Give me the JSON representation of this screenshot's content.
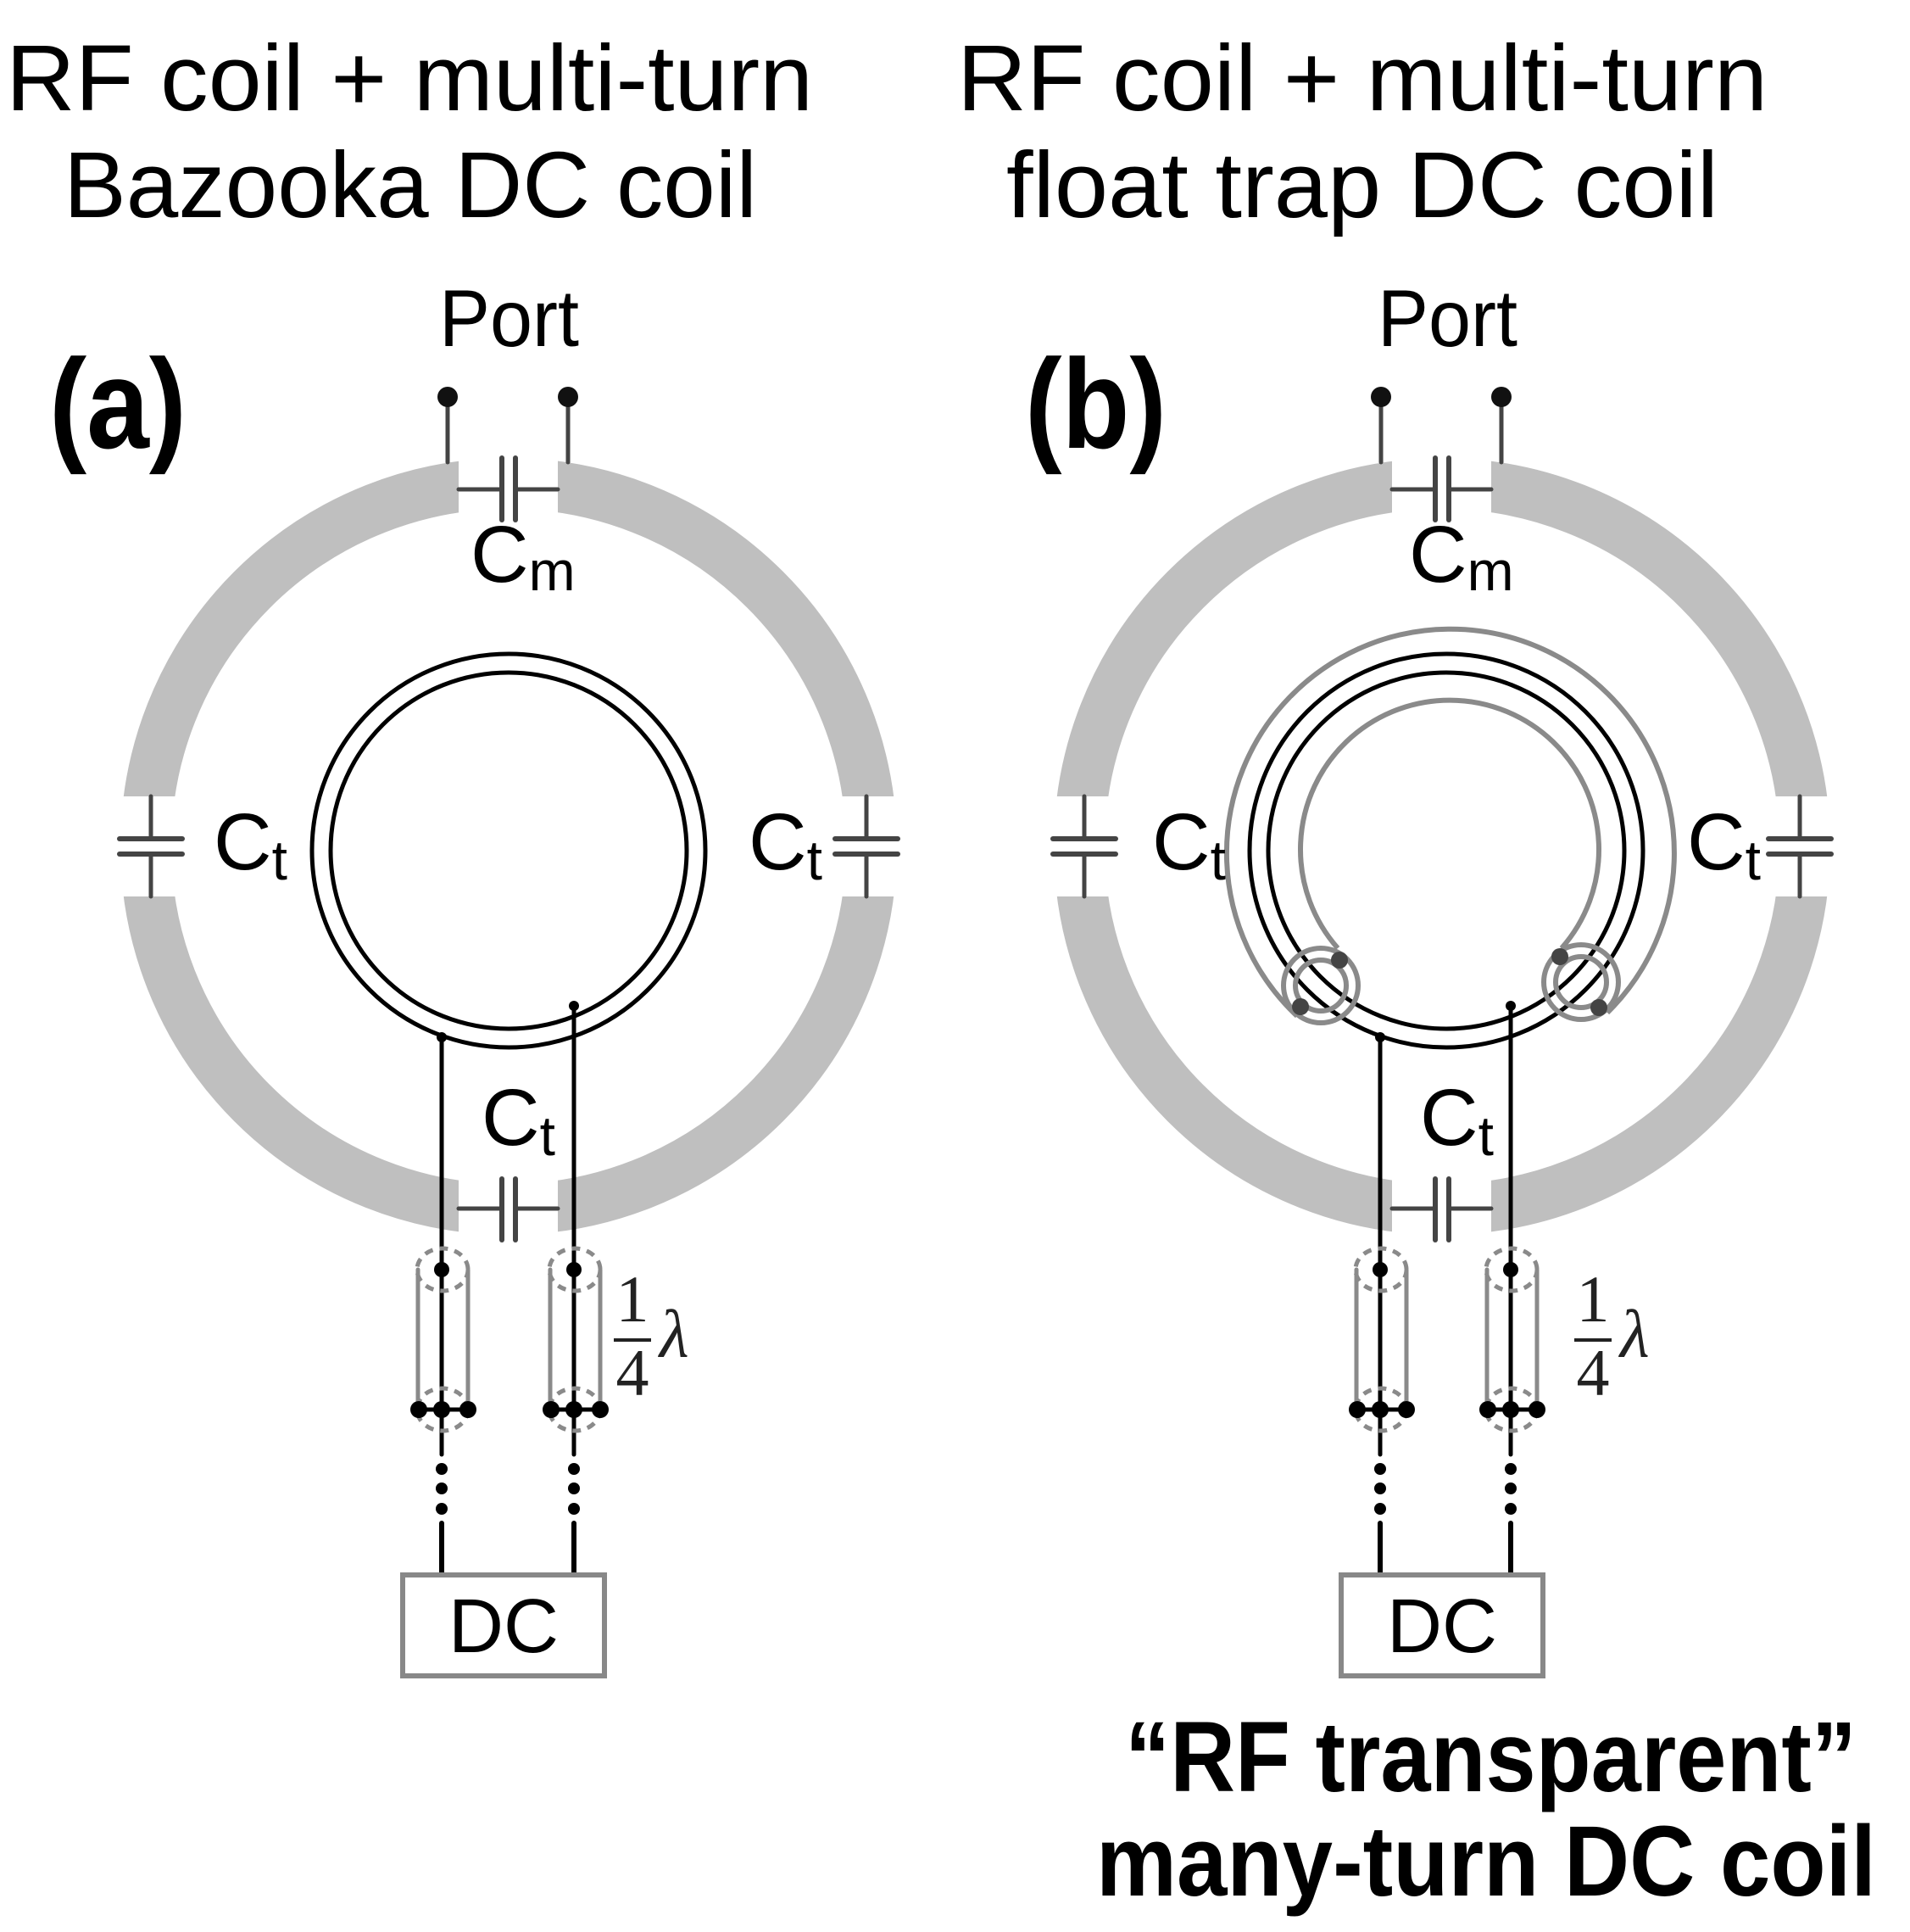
{
  "panels": [
    {
      "label": "(a)",
      "title_line1": "RF coil + multi-turn",
      "title_line2": "Bazooka  DC coil",
      "port": "Port",
      "dc_coil_type": "bazooka"
    },
    {
      "label": "(b)",
      "title_line1": "RF coil + multi-turn",
      "title_line2": "float trap DC coil",
      "port": "Port",
      "dc_coil_type": "float-trap"
    }
  ],
  "capacitors": {
    "match": {
      "symbol": "C",
      "subscript": "m"
    },
    "tune": {
      "symbol": "C",
      "subscript": "t"
    }
  },
  "quarter_wave": {
    "numerator": "1",
    "denominator": "4",
    "symbol": "λ"
  },
  "dc_source": "DC",
  "caption": {
    "line1": "“RF transparent”",
    "line2": "many-turn DC coil"
  },
  "colors": {
    "rf_ring": "#bfbfbf",
    "capacitor": "#444444",
    "wire": "#000000",
    "trap": "#8a8a8a",
    "box": "#888888"
  }
}
